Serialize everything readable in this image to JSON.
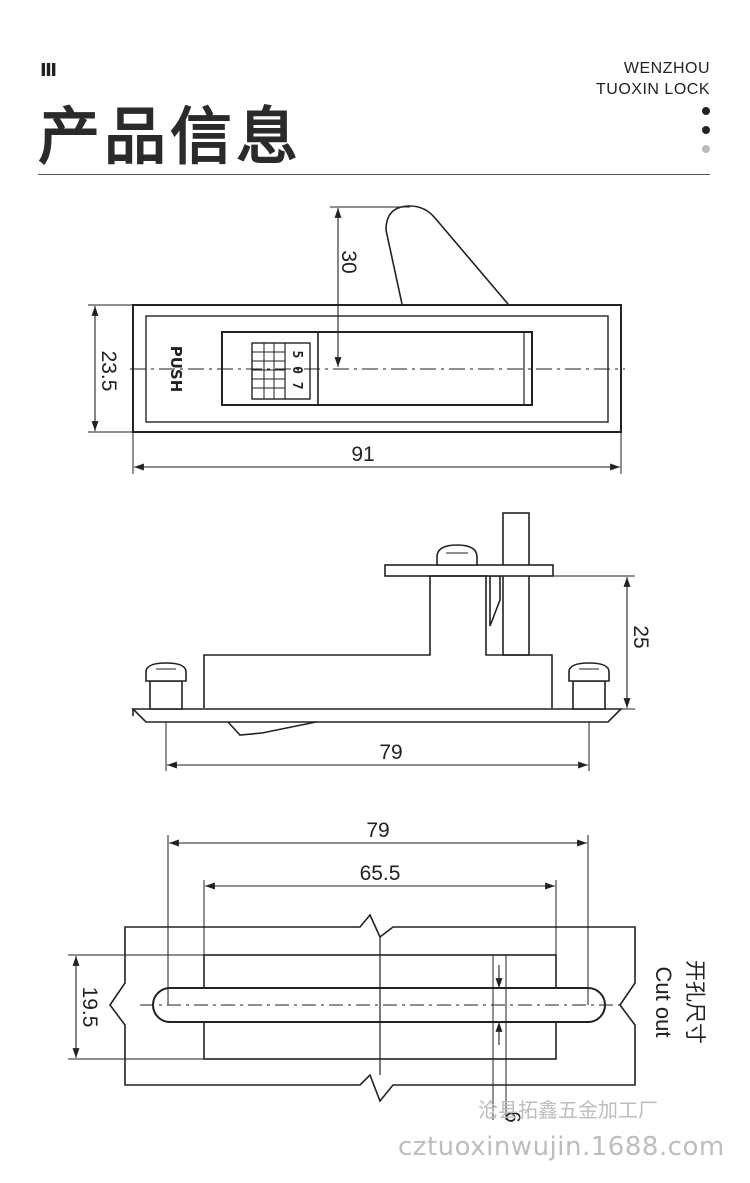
{
  "header": {
    "bars": "Ⅲ",
    "title": "产品信息",
    "brand_line1": "WENZHOU",
    "brand_line2": "TUOXIN LOCK"
  },
  "top_view": {
    "dim_height": "30",
    "dim_width_side": "23.5",
    "dim_length": "91",
    "push_label": "PUSH",
    "code_label": "5 0 7"
  },
  "side_view": {
    "dim_height": "25",
    "dim_length": "79"
  },
  "cutout_view": {
    "dim_outer": "79",
    "dim_inner": "65.5",
    "dim_height": "19.5",
    "dim_slot": "6",
    "label_cn": "开孔尺寸",
    "label_en": "Cut out"
  },
  "watermark": {
    "company": "沧县拓鑫五金加工厂",
    "site": "cztuoxinwujin.1688.com"
  },
  "colors": {
    "line": "#222222",
    "rule": "#555555",
    "watermark": "#bdbdbd"
  }
}
